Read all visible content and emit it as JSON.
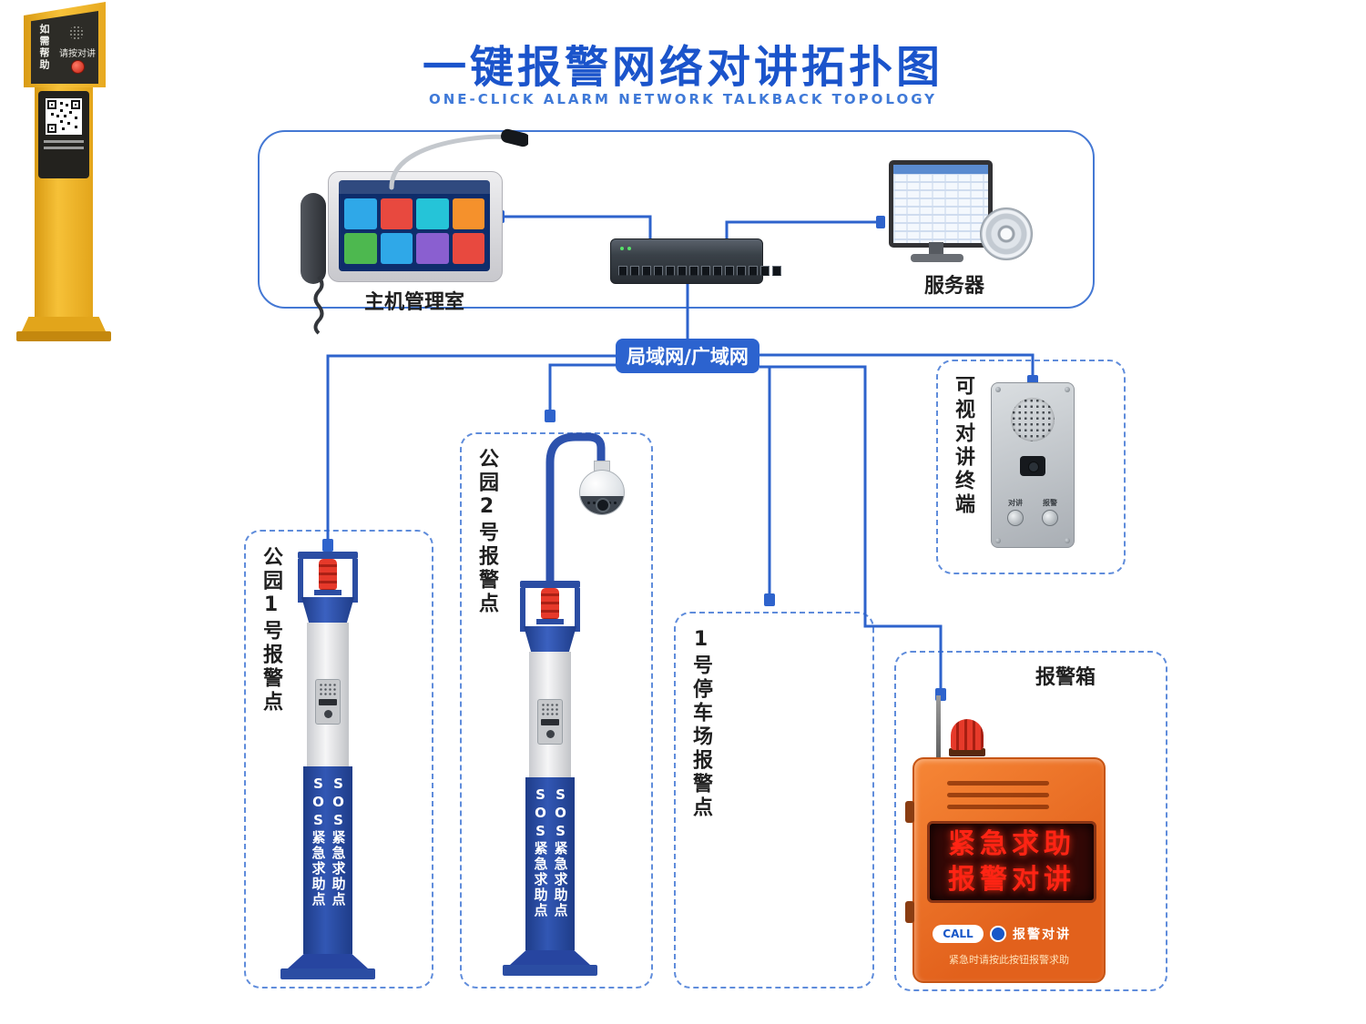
{
  "title": "一键报警网络对讲拓扑图",
  "subtitle": "ONE-CLICK ALARM NETWORK TALKBACK TOPOLOGY",
  "network": {
    "label": "局域网/广域网"
  },
  "control_room": {
    "label": "主机管理室"
  },
  "server": {
    "label": "服务器"
  },
  "pillar": {
    "sos_text": "SOS紧急求助点"
  },
  "stations": {
    "park1": {
      "label": "公园1号报警点"
    },
    "park2": {
      "label": "公园2号报警点"
    },
    "parking": {
      "label": "1号停车场报警点",
      "help_text": "如需帮助",
      "press_text": "请按对讲"
    },
    "terminal": {
      "label": "可视对讲终端",
      "talk_button": "对讲",
      "alarm_button": "报警"
    },
    "alarm_box": {
      "label": "报警箱",
      "led_line1": "紧急求助",
      "led_line2": "报警对讲",
      "call_text": "CALL",
      "call_label": "报警对讲",
      "note": "紧急时请按此按钮报警求助"
    }
  },
  "colors": {
    "accent_blue": "#1b54cb",
    "line_blue": "#2e63cc",
    "pillar_blue": "#2b4da3",
    "post_yellow": "#f2b32b",
    "box_orange": "#ee7229",
    "led_red": "#ff2414"
  }
}
